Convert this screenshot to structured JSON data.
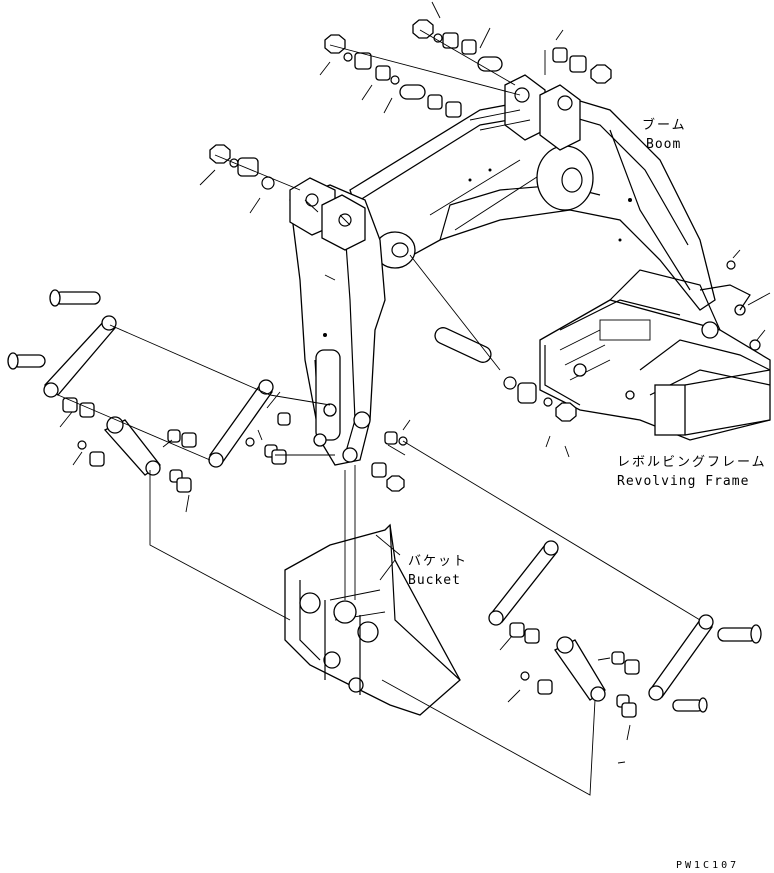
{
  "labels": {
    "boom_jp": "ブーム",
    "boom_en": "Boom",
    "frame_jp": "レボルビングフレーム",
    "frame_en": "Revolving Frame",
    "bucket_jp": "バケット",
    "bucket_en": "Bucket"
  },
  "figure_number": "PW1C107",
  "colors": {
    "ink": "#000000",
    "paper": "#ffffff"
  }
}
